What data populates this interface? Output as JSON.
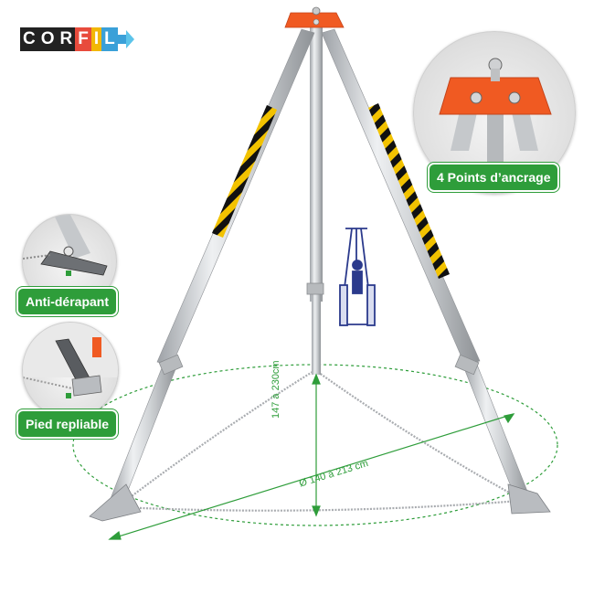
{
  "logo": {
    "letters": [
      "C",
      "O",
      "R",
      "F",
      "I",
      "L"
    ],
    "letter_colors": [
      "#ffffff",
      "#ffffff",
      "#ffffff",
      "#ffffff",
      "#ffffff",
      "#ffffff"
    ],
    "letter_bg": [
      "#222222",
      "#222222",
      "#222222",
      "#e84b3c",
      "#f2b705",
      "#3aa0d8"
    ]
  },
  "callouts": {
    "anchor": "4 Points d’ancrage",
    "antislip": "Anti-dérapant",
    "folding_foot": "Pied repliable"
  },
  "dimensions": {
    "height": "147 à 230cm",
    "diameter": "Ø 140 à 213 cm"
  },
  "colors": {
    "green": "#2e9d3a",
    "orange": "#f05a22",
    "aluminium": "#c9ccd0",
    "hazard_yellow": "#f2c200",
    "hazard_black": "#111111",
    "pictogram_blue": "#2b3a8c"
  },
  "icons": [
    "corfil-logo",
    "rescue-winch-pictogram-icon",
    "anchor-head-photo",
    "anti-slip-foot-photo",
    "folding-foot-photo"
  ]
}
